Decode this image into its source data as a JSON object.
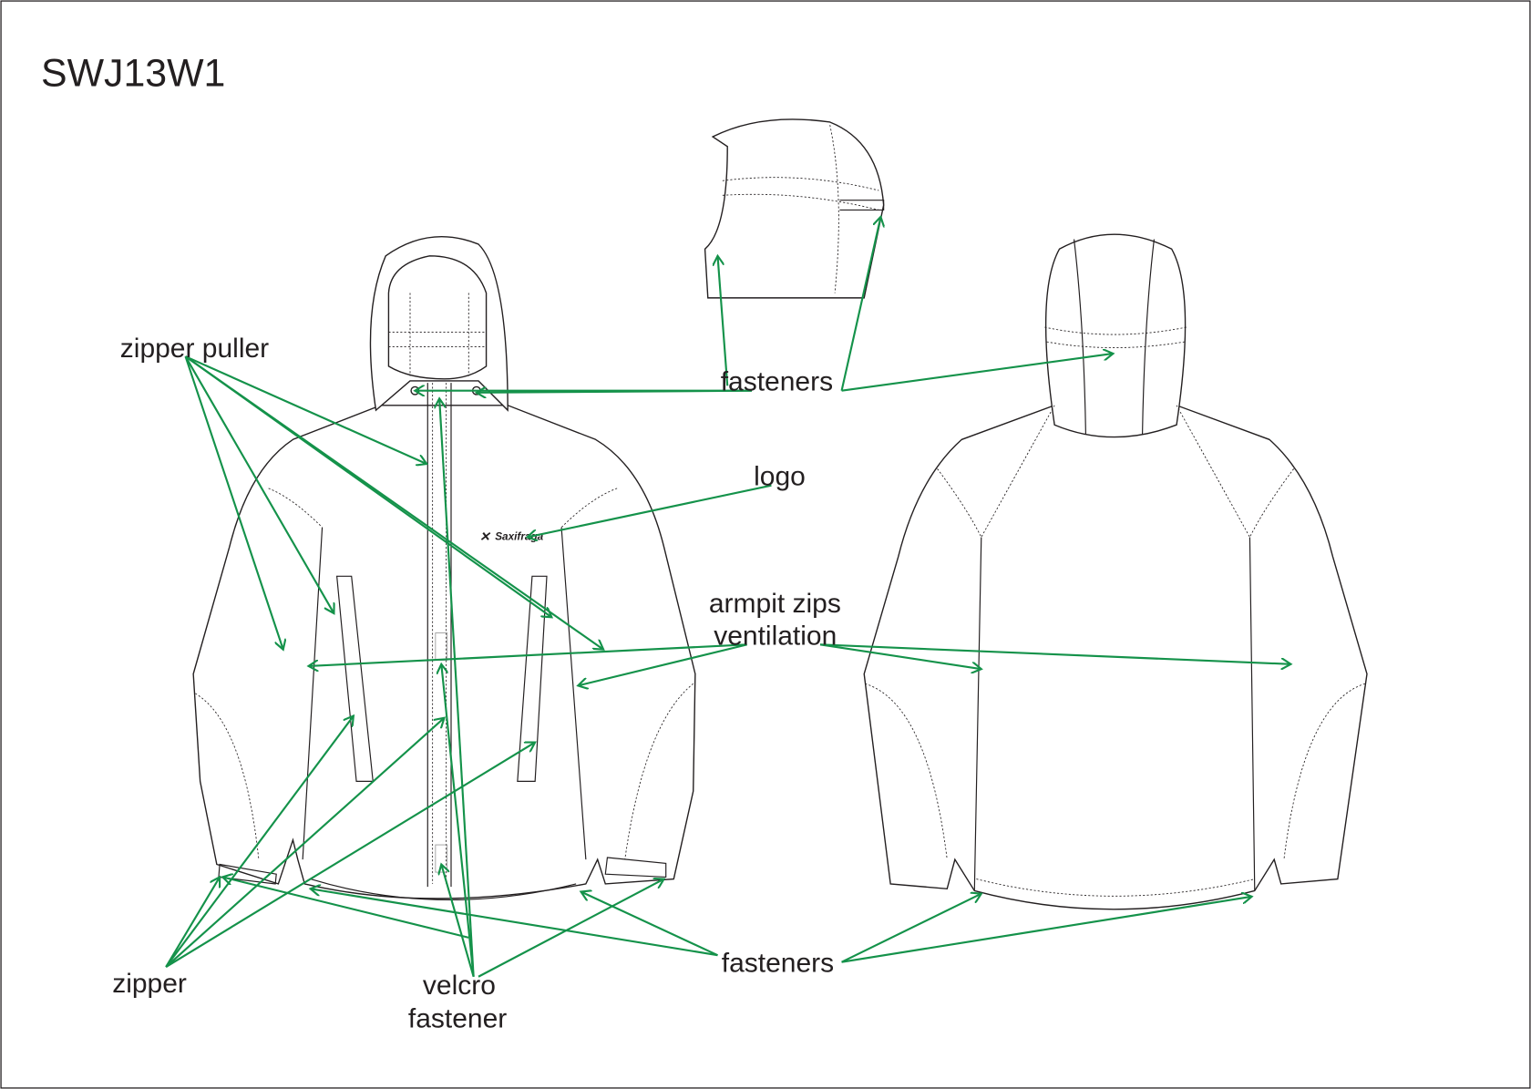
{
  "title": "SWJ13W1",
  "logo_text": "Saxifraga",
  "labels": {
    "zipper_puller": "zipper puller",
    "fasteners_top": "fasteners",
    "logo": "logo",
    "armpit_line1": "armpit zips",
    "armpit_line2": "ventilation",
    "zipper": "zipper",
    "velcro_line1": "velcro",
    "velcro_line2": "fastener",
    "fasteners_bottom": "fasteners"
  },
  "colors": {
    "arrow": "#14924a",
    "ink": "#231f20"
  }
}
